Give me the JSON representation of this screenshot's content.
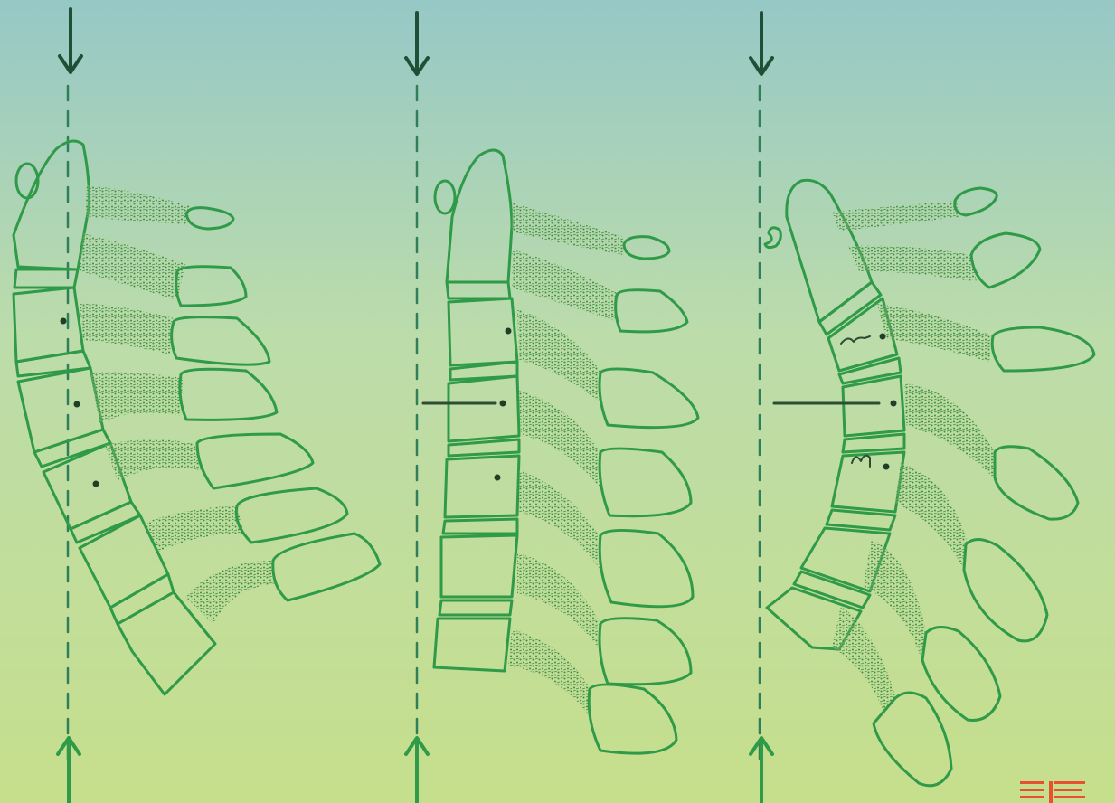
{
  "background": {
    "gradient_top": "#96c8c6",
    "gradient_mid": "#bcdcaa",
    "gradient_bottom": "#c6df8c"
  },
  "colors": {
    "outline": "#2f9a48",
    "shading": "#3f8f40",
    "arrow_top": "#1f4f36",
    "arrow_bottom": "#2f9a48",
    "dashed_axis": "#2f7f5a",
    "pointer_line": "#2c4d33",
    "dot": "#1f3f26",
    "logo": "#e8502f"
  },
  "diagram": {
    "panel_count": 3,
    "panels": [
      {
        "name": "panel-1",
        "pointer_arrow": false,
        "dot_count": 3
      },
      {
        "name": "panel-2",
        "pointer_arrow": true,
        "dot_count": 3
      },
      {
        "name": "panel-3",
        "pointer_arrow": true,
        "dot_count": 3
      }
    ],
    "logo_icon": "publisher-logo-icon"
  }
}
